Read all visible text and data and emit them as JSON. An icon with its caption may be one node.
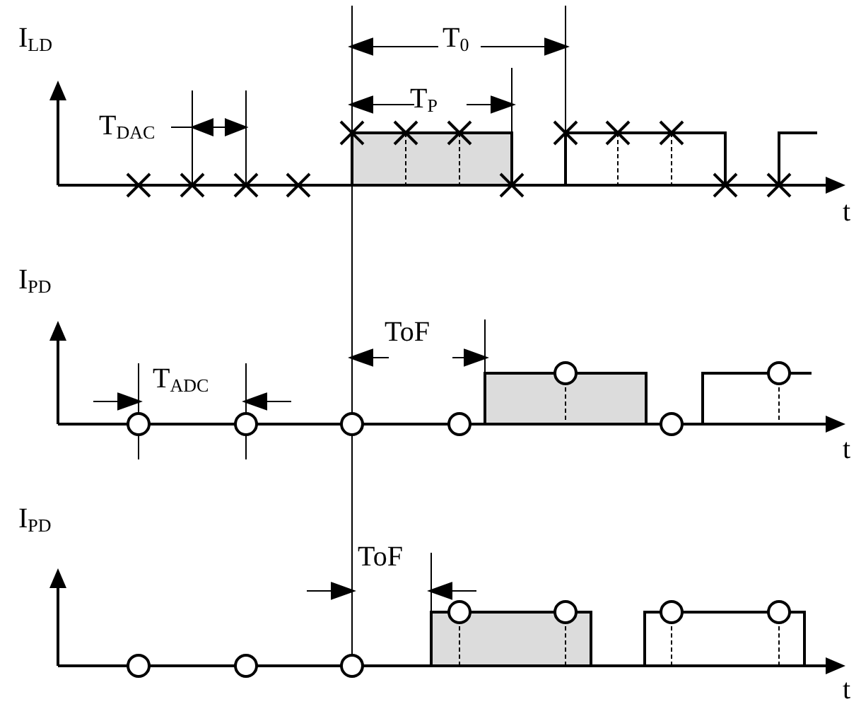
{
  "diagram": {
    "labels": [
      "I$_{LD}$",
      "T$_{0}$",
      "T$_{P}$",
      "T$_{DAC}$",
      "t",
      "I$_{PD}$",
      "ToF",
      "T$_{ADC}$",
      "t",
      "I$_{PD}$",
      "ToF",
      "t"
    ]
  }
}
